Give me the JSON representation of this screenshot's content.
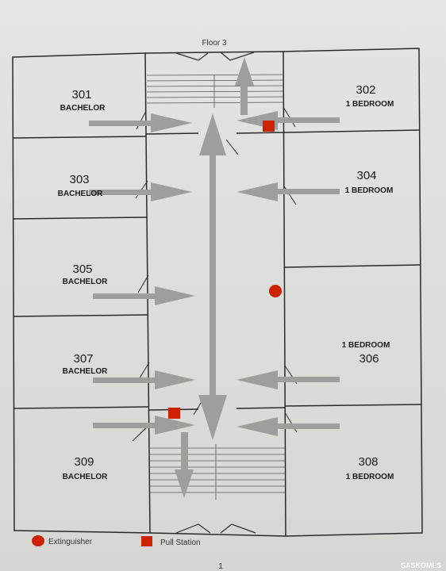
{
  "floor_title": "Floor 3",
  "page_number": "1",
  "watermark": "SASKOMLS",
  "colors": {
    "wall": "#2a2a2a",
    "arrow": "#9e9e9e",
    "marker": "#cc2200"
  },
  "units": [
    {
      "id": "301",
      "number": "301",
      "type": "BACHELOR"
    },
    {
      "id": "302",
      "number": "302",
      "type": "1 BEDROOM"
    },
    {
      "id": "303",
      "number": "303",
      "type": "BACHELOR"
    },
    {
      "id": "304",
      "number": "304",
      "type": "1 BEDROOM"
    },
    {
      "id": "305",
      "number": "305",
      "type": "BACHELOR"
    },
    {
      "id": "306",
      "number": "306",
      "type": "1 BEDROOM"
    },
    {
      "id": "307",
      "number": "307",
      "type": "BACHELOR"
    },
    {
      "id": "308",
      "number": "308",
      "type": "1 BEDROOM"
    },
    {
      "id": "309",
      "number": "309",
      "type": "BACHELOR"
    }
  ],
  "legend": {
    "extinguisher": "Extinguisher",
    "pull_station": "Pull Station"
  }
}
